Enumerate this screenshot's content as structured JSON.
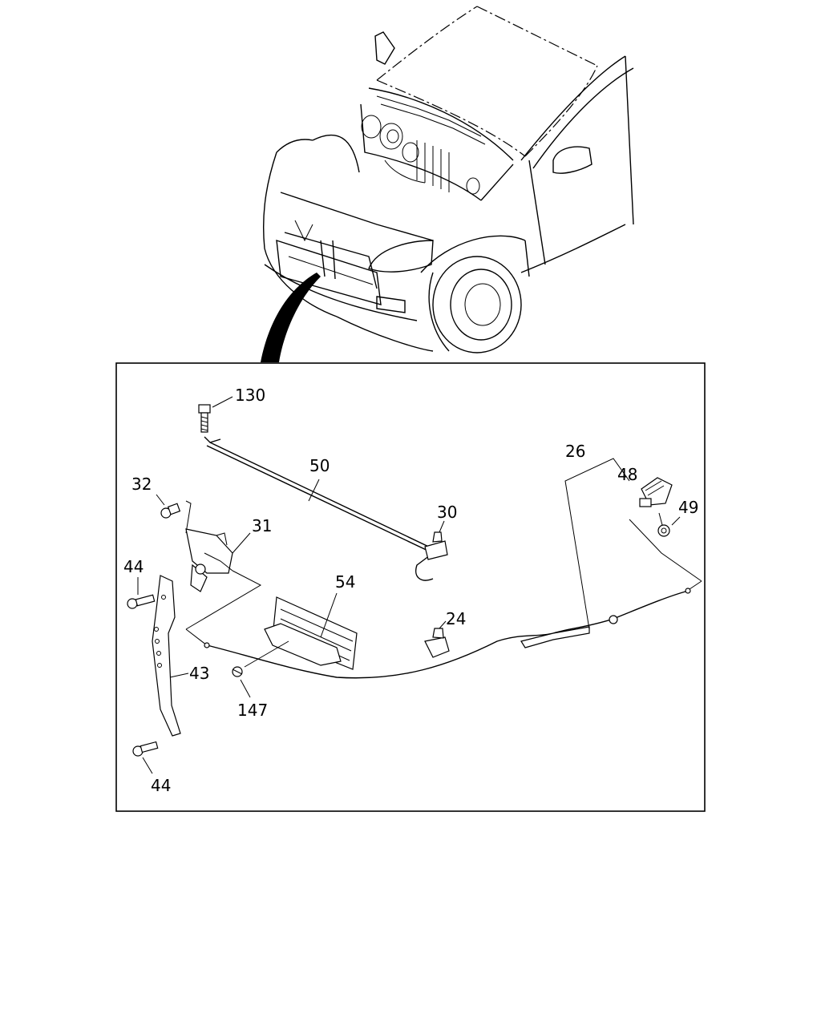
{
  "callouts": [
    {
      "id": "130",
      "text": "130"
    },
    {
      "id": "50",
      "text": "50"
    },
    {
      "id": "32",
      "text": "32"
    },
    {
      "id": "31",
      "text": "31"
    },
    {
      "id": "30",
      "text": "30"
    },
    {
      "id": "44a",
      "text": "44"
    },
    {
      "id": "54",
      "text": "54"
    },
    {
      "id": "24",
      "text": "24"
    },
    {
      "id": "43",
      "text": "43"
    },
    {
      "id": "147",
      "text": "147"
    },
    {
      "id": "44b",
      "text": "44"
    },
    {
      "id": "26",
      "text": "26"
    },
    {
      "id": "48",
      "text": "48"
    },
    {
      "id": "49",
      "text": "49"
    }
  ]
}
